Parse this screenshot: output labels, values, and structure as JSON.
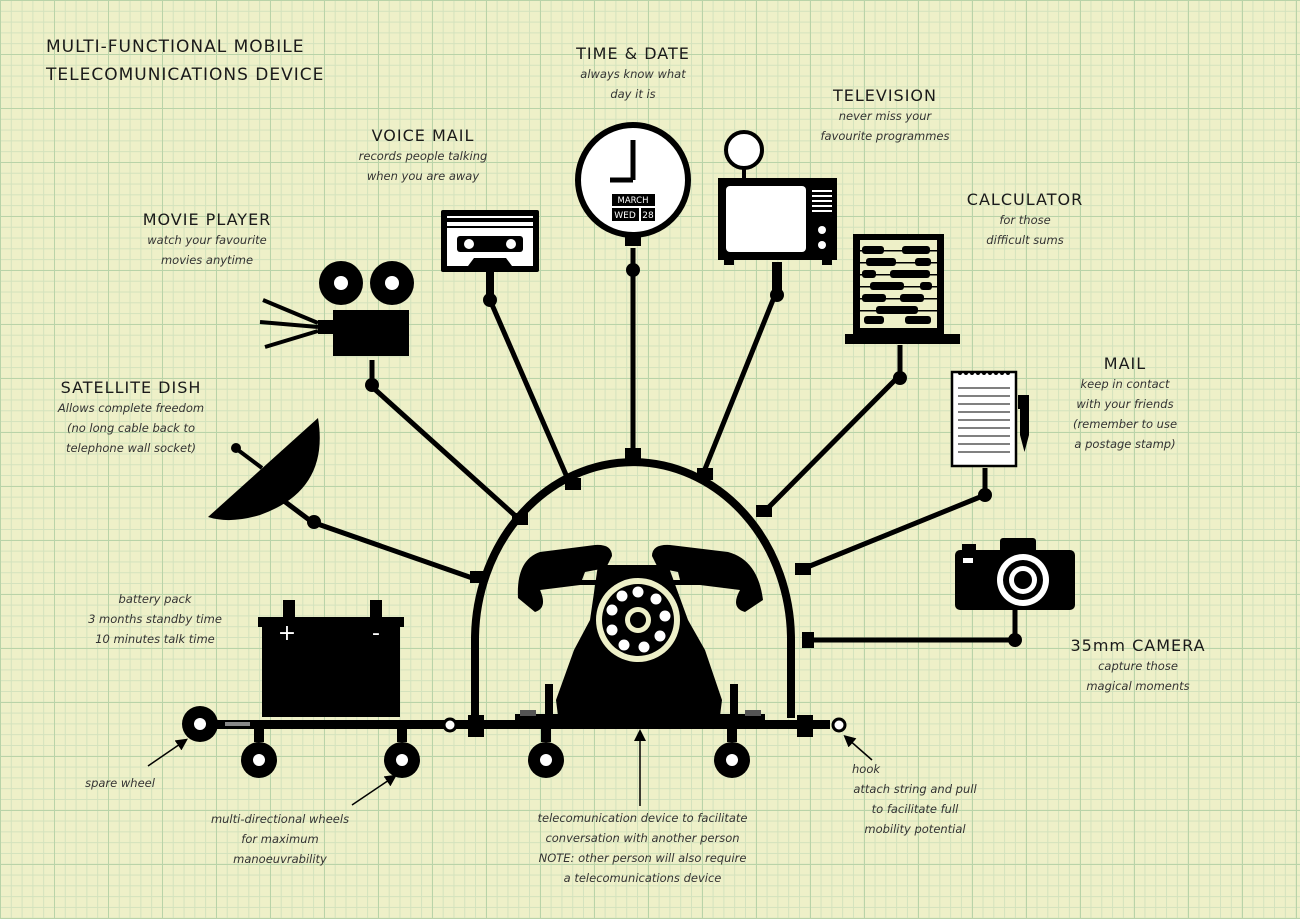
{
  "title": {
    "line1": "MULTI-FUNCTIONAL MOBILE",
    "line2": "TELECOMUNICATIONS DEVICE"
  },
  "labels": {
    "time_date": {
      "title": "TIME & DATE",
      "l1": "always know what",
      "l2": "day it is"
    },
    "television": {
      "title": "TELEVISION",
      "l1": "never miss your",
      "l2": "favourite programmes"
    },
    "voice_mail": {
      "title": "VOICE MAIL",
      "l1": "records people talking",
      "l2": "when you are away"
    },
    "calculator": {
      "title": "CALCULATOR",
      "l1": "for those",
      "l2": "difficult sums"
    },
    "movie_player": {
      "title": "MOVIE PLAYER",
      "l1": "watch your favourite",
      "l2": "movies anytime"
    },
    "mail": {
      "title": "MAIL",
      "l1": "keep in contact",
      "l2": "with your friends",
      "l3": "(remember to use",
      "l4": "a postage stamp)"
    },
    "satellite": {
      "title": "SATELLITE DISH",
      "l1": "Allows complete freedom",
      "l2": "(no long cable back to",
      "l3": "telephone wall socket)"
    },
    "camera": {
      "title": "35mm CAMERA",
      "l1": "capture those",
      "l2": "magical moments"
    },
    "battery": {
      "l1": "battery pack",
      "l2": "3 months standby time",
      "l3": "10 minutes talk time"
    },
    "spare_wheel": {
      "l1": "spare wheel"
    },
    "wheels": {
      "l1": "multi-directional wheels",
      "l2": "for maximum",
      "l3": "manoeuvrability"
    },
    "telephone": {
      "l1": "telecomunication device to facilitate",
      "l2": "conversation with another person",
      "l3": "NOTE: other person will also require",
      "l4": "a telecomunications device"
    },
    "hook": {
      "l1": "hook",
      "l2": "attach string and pull",
      "l3": "to facilitate full",
      "l4": "mobility potential"
    }
  },
  "clock": {
    "month": "MARCH",
    "day": "WED",
    "date": "28"
  },
  "battery_signs": {
    "plus": "+",
    "minus": "-"
  },
  "colors": {
    "ink": "#000000",
    "paper": "#eef0c8",
    "grid": "#b9d3a8"
  }
}
